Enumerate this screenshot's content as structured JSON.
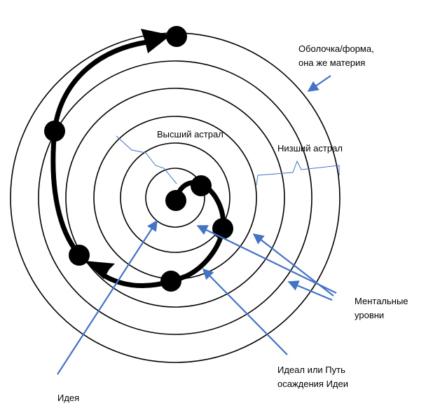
{
  "labels": {
    "shell_line1": "Оболочка/форма,",
    "shell_line2": "она же материя",
    "higher_astral": "Высший астрал",
    "lower_astral": "Низший астрал",
    "mental_line1": "Ментальные",
    "mental_line2": "уровни",
    "ideal_line1": "Идеал или Путь",
    "ideal_line2": "осаждения Идеи",
    "idea": "Идея"
  },
  "colors": {
    "circle": "#000000",
    "path": "#000000",
    "arrow": "#4472c4",
    "bracket": "#4472c4"
  }
}
